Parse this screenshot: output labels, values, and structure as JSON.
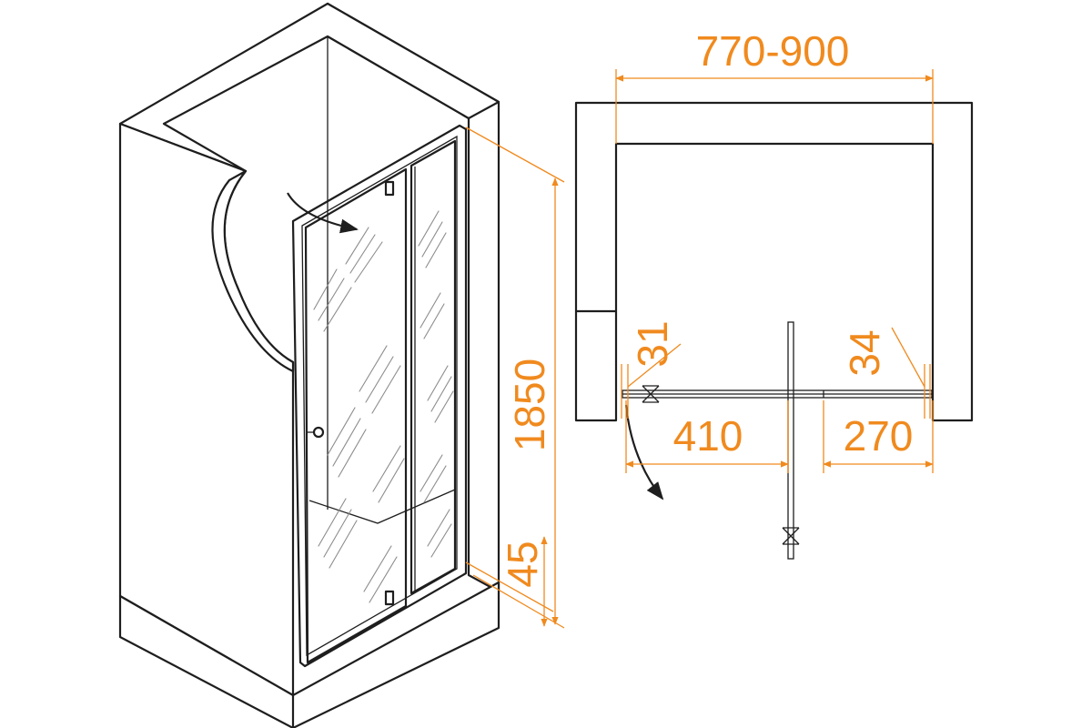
{
  "dimensions": {
    "width_range": "770-900",
    "height": "1850",
    "threshold": "45",
    "door_width": "410",
    "fixed_panel": "270",
    "left_profile": "31",
    "right_profile": "34"
  },
  "colors": {
    "dimension": "#f08a1e",
    "outline": "#1e1e1e",
    "glass_hatch": "#8c8c8c"
  }
}
